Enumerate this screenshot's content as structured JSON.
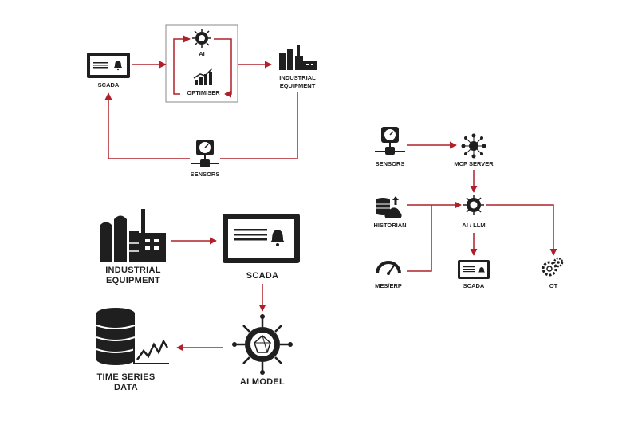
{
  "diagram_top": {
    "scada": "SCADA",
    "ai": "AI",
    "optimiser": "OPTIMISER",
    "industrial_line1": "INDUSTRIAL",
    "industrial_line2": "EQUIPMENT",
    "sensors": "SENSORS"
  },
  "diagram_right": {
    "sensors": "SENSORS",
    "mcp_server": "MCP SERVER",
    "historian": "HISTORIAN",
    "ai_llm": "AI / LLM",
    "mes_erp": "MES/ERP",
    "scada": "SCADA",
    "ot": "OT"
  },
  "diagram_bottom": {
    "industrial_line1": "INDUSTRIAL",
    "industrial_line2": "EQUIPMENT",
    "scada": "SCADA",
    "time_series_line1": "TIME SERIES",
    "time_series_line2": "DATA",
    "ai_model": "AI MODEL"
  },
  "colors": {
    "arrow": "#b0202a",
    "ink": "#1f1f1f",
    "box_border": "#8a8a8a"
  }
}
